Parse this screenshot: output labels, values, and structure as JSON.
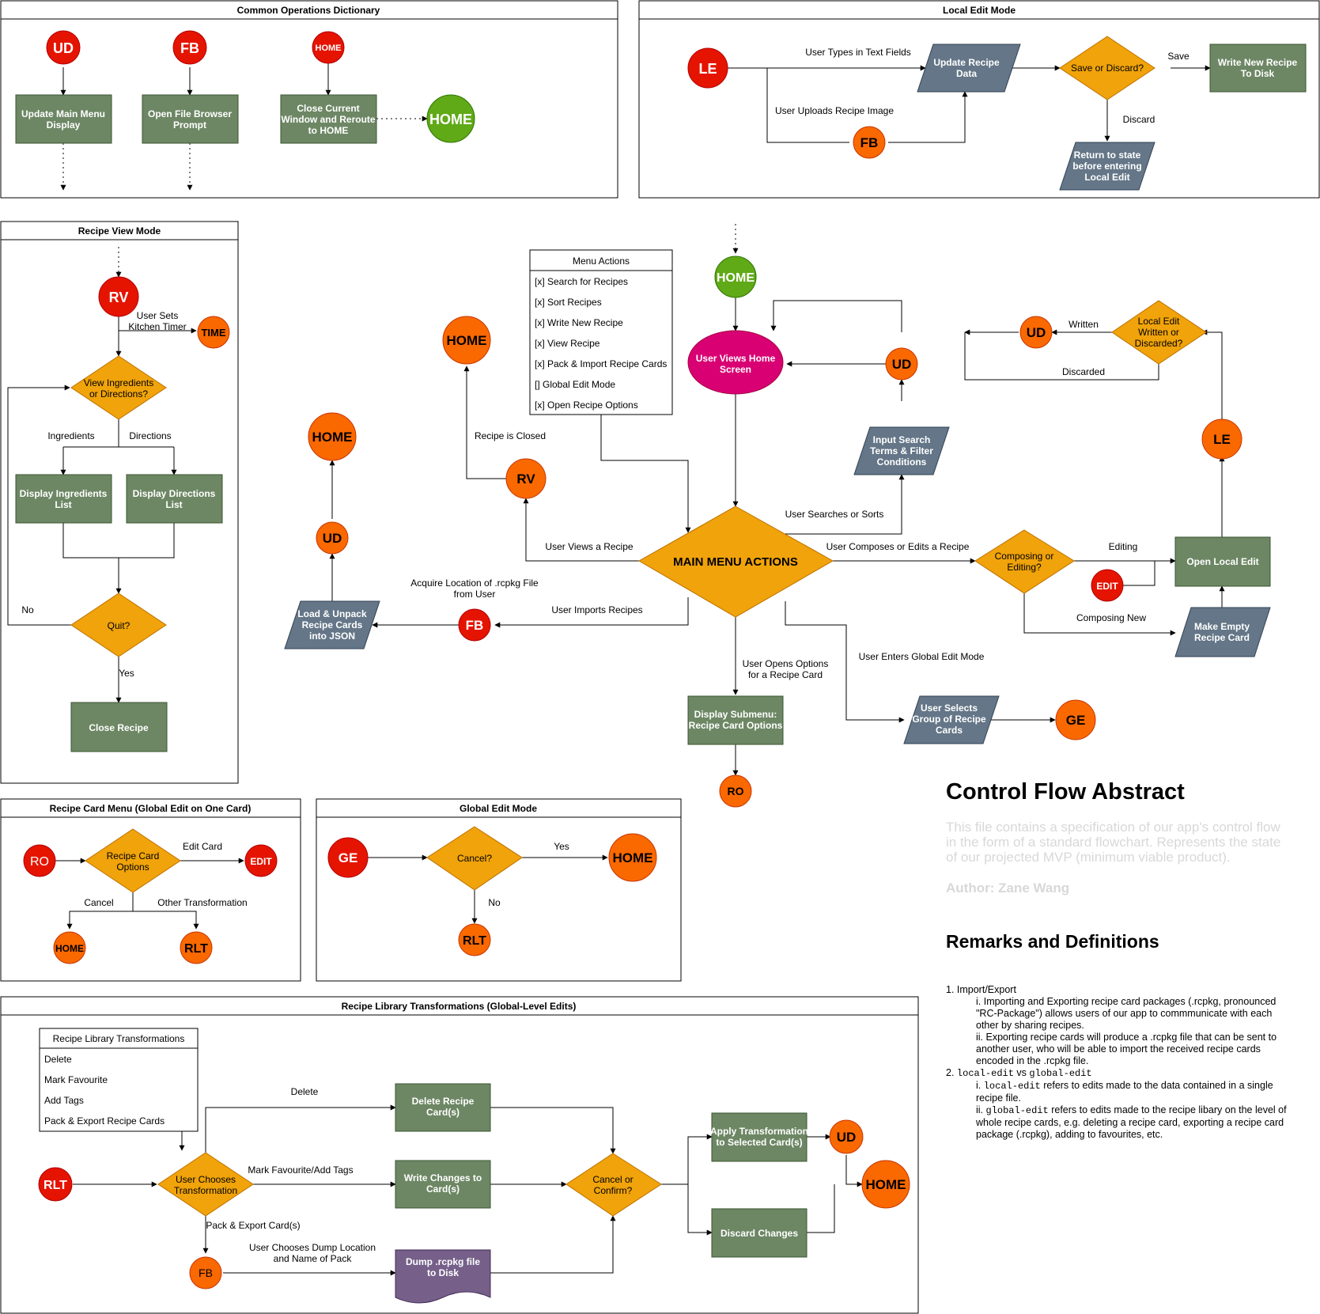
{
  "panels": {
    "common": "Common Operations Dictionary",
    "local": "Local Edit Mode",
    "recipe_view": "Recipe View Mode",
    "card_menu": "Recipe Card Menu (Global Edit on One Card)",
    "global_edit": "Global Edit Mode",
    "library": "Recipe Library Transformations (Global-Level Edits)"
  },
  "common": {
    "ud": "UD",
    "fb": "FB",
    "home_small": "HOME",
    "home": "HOME",
    "ud_box": [
      "Update Main Menu",
      "Display"
    ],
    "fb_box": [
      "Open File Browser",
      "Prompt"
    ],
    "home_box": [
      "Close Current",
      "Window and Reroute",
      "to HOME"
    ]
  },
  "local": {
    "le": "LE",
    "fb": "FB",
    "types": "User Types in Text Fields",
    "uploads": "User Uploads Recipe Image",
    "update": [
      "Update Recipe",
      "Data"
    ],
    "decision": "Save or Discard?",
    "save": "Save",
    "discard": "Discard",
    "write": [
      "Write New Recipe",
      "To Disk"
    ],
    "return": [
      "Return to state",
      "before entering",
      "Local Edit"
    ]
  },
  "view": {
    "rv": "RV",
    "timer": [
      "User Sets",
      "Kitchen Timer"
    ],
    "time": "TIME",
    "decision": [
      "View Ingredients",
      "or Directions?"
    ],
    "ingredients": "Ingredients",
    "directions": "Directions",
    "ing_box": [
      "Display Ingredients",
      "List"
    ],
    "dir_box": [
      "Display Directions",
      "List"
    ],
    "quit": "Quit?",
    "no": "No",
    "yes": "Yes",
    "close": "Close Recipe"
  },
  "main": {
    "menu_title": "Menu Actions",
    "menu_items": [
      "[x] Search for Recipes",
      "[x] Sort Recipes",
      "[x] Write New Recipe",
      "[x] View Recipe",
      "[x] Pack & Import Recipe Cards",
      "[] Global Edit Mode",
      "[x] Open Recipe Options"
    ],
    "home_top": "HOME",
    "home_view": [
      "User Views Home",
      "Screen"
    ],
    "main_actions": "MAIN MENU ACTIONS",
    "home_rv": "HOME",
    "recipe_closed": "Recipe is Closed",
    "rv": "RV",
    "views_recipe": "User Views a Recipe",
    "home_import": "HOME",
    "ud_import": "UD",
    "load": [
      "Load & Unpack",
      "Recipe Cards",
      "into JSON"
    ],
    "fb": "FB",
    "acquire": [
      "Acquire Location of .rcpkg File",
      "from User"
    ],
    "imports": "User Imports Recipes",
    "options": [
      "User Opens Options",
      "for a Recipe Card"
    ],
    "submenu": [
      "Display Submenu:",
      "Recipe Card Options"
    ],
    "ro": "RO",
    "global": "User Enters Global Edit Mode",
    "select": [
      "User Selects",
      "Group of Recipe",
      "Cards"
    ],
    "ge": "GE",
    "searches": "User Searches or Sorts",
    "search_input": [
      "Input Search",
      "Terms & Filter",
      "Conditions"
    ],
    "ud_search": "UD",
    "composes": "User Composes or Edits a Recipe",
    "comp_decision": [
      "Composing or",
      "Editing?"
    ],
    "editing": "Editing",
    "composing": "Composing New",
    "edit": "EDIT",
    "open_local": "Open Local Edit",
    "make_empty": [
      "Make Empty",
      "Recipe Card"
    ],
    "le": "LE",
    "written_decision": [
      "Local Edit",
      "Written or",
      "Discarded?"
    ],
    "written": "Written",
    "discarded": "Discarded",
    "ud_written": "UD"
  },
  "card_menu": {
    "ro": "RO",
    "decision": [
      "Recipe Card",
      "Options"
    ],
    "edit_card": "Edit Card",
    "edit": "EDIT",
    "cancel": "Cancel",
    "other": "Other Transformation",
    "home": "HOME",
    "rlt": "RLT"
  },
  "global_edit": {
    "ge": "GE",
    "cancel": "Cancel?",
    "yes": "Yes",
    "no": "No",
    "home": "HOME",
    "rlt": "RLT"
  },
  "library": {
    "menu_title": "Recipe Library Transformations",
    "menu_items": [
      "Delete",
      "Mark Favourite",
      "Add Tags",
      "Pack & Export Recipe Cards"
    ],
    "rlt": "RLT",
    "decision": [
      "User Chooses",
      "Transformation"
    ],
    "delete": "Delete",
    "mark": "Mark Favourite/Add Tags",
    "pack": "Pack & Export Card(s)",
    "fb": "FB",
    "dump_loc": [
      "User Chooses Dump Location",
      "and Name of Pack"
    ],
    "delete_box": [
      "Delete Recipe",
      "Card(s)"
    ],
    "write_box": [
      "Write Changes to",
      "Card(s)"
    ],
    "dump_box": [
      "Dump .rcpkg file",
      "to Disk"
    ],
    "confirm": [
      "Cancel or",
      "Confirm?"
    ],
    "apply": [
      "Apply Transformation",
      "to Selected Card(s)"
    ],
    "discard": "Discard Changes",
    "ud": "UD",
    "home": "HOME"
  },
  "doc": {
    "title": "Control Flow Abstract",
    "description": "This file contains a specification of our app's control flow in the form of a standard flowchart. Represents the state of our projected MVP (minimum viable product).",
    "author": "Author: Zane Wang",
    "remarks_title": "Remarks and Definitions",
    "item1": "1. Import/Export",
    "item1_i": "i. Importing and Exporting recipe card packages (.rcpkg, pronounced \"RC-Package\") allows users of our app to commmunicate with each other by sharing recipes.",
    "item1_ii": "ii. Exporting recipe cards will produce a .rcpkg file that can be sent to another user, who will be able to import the received recipe cards encoded in the .rcpkg file.",
    "item2_num": "2.",
    "item2_a": "local-edit",
    "item2_vs": "vs",
    "item2_b": "global-edit",
    "item2_i_code": "local-edit",
    "item2_i_text": "refers to edits made to the data contained in a single recipe file.",
    "item2_ii_code": "global-edit",
    "item2_ii_text": "refers to edits made to the recipe libary on the level of whole recipe cards, e.g. deleting a recipe card, exporting a recipe card package (.rcpkg), adding to favourites, etc."
  },
  "colors": {
    "process": "#6d8764",
    "decision": "#f0a30a",
    "io": "#647687",
    "terminal_red": "#e51400",
    "terminal_orange": "#fa6800",
    "home_green": "#60a917",
    "home_view": "#d80073",
    "dump": "#76608a"
  }
}
